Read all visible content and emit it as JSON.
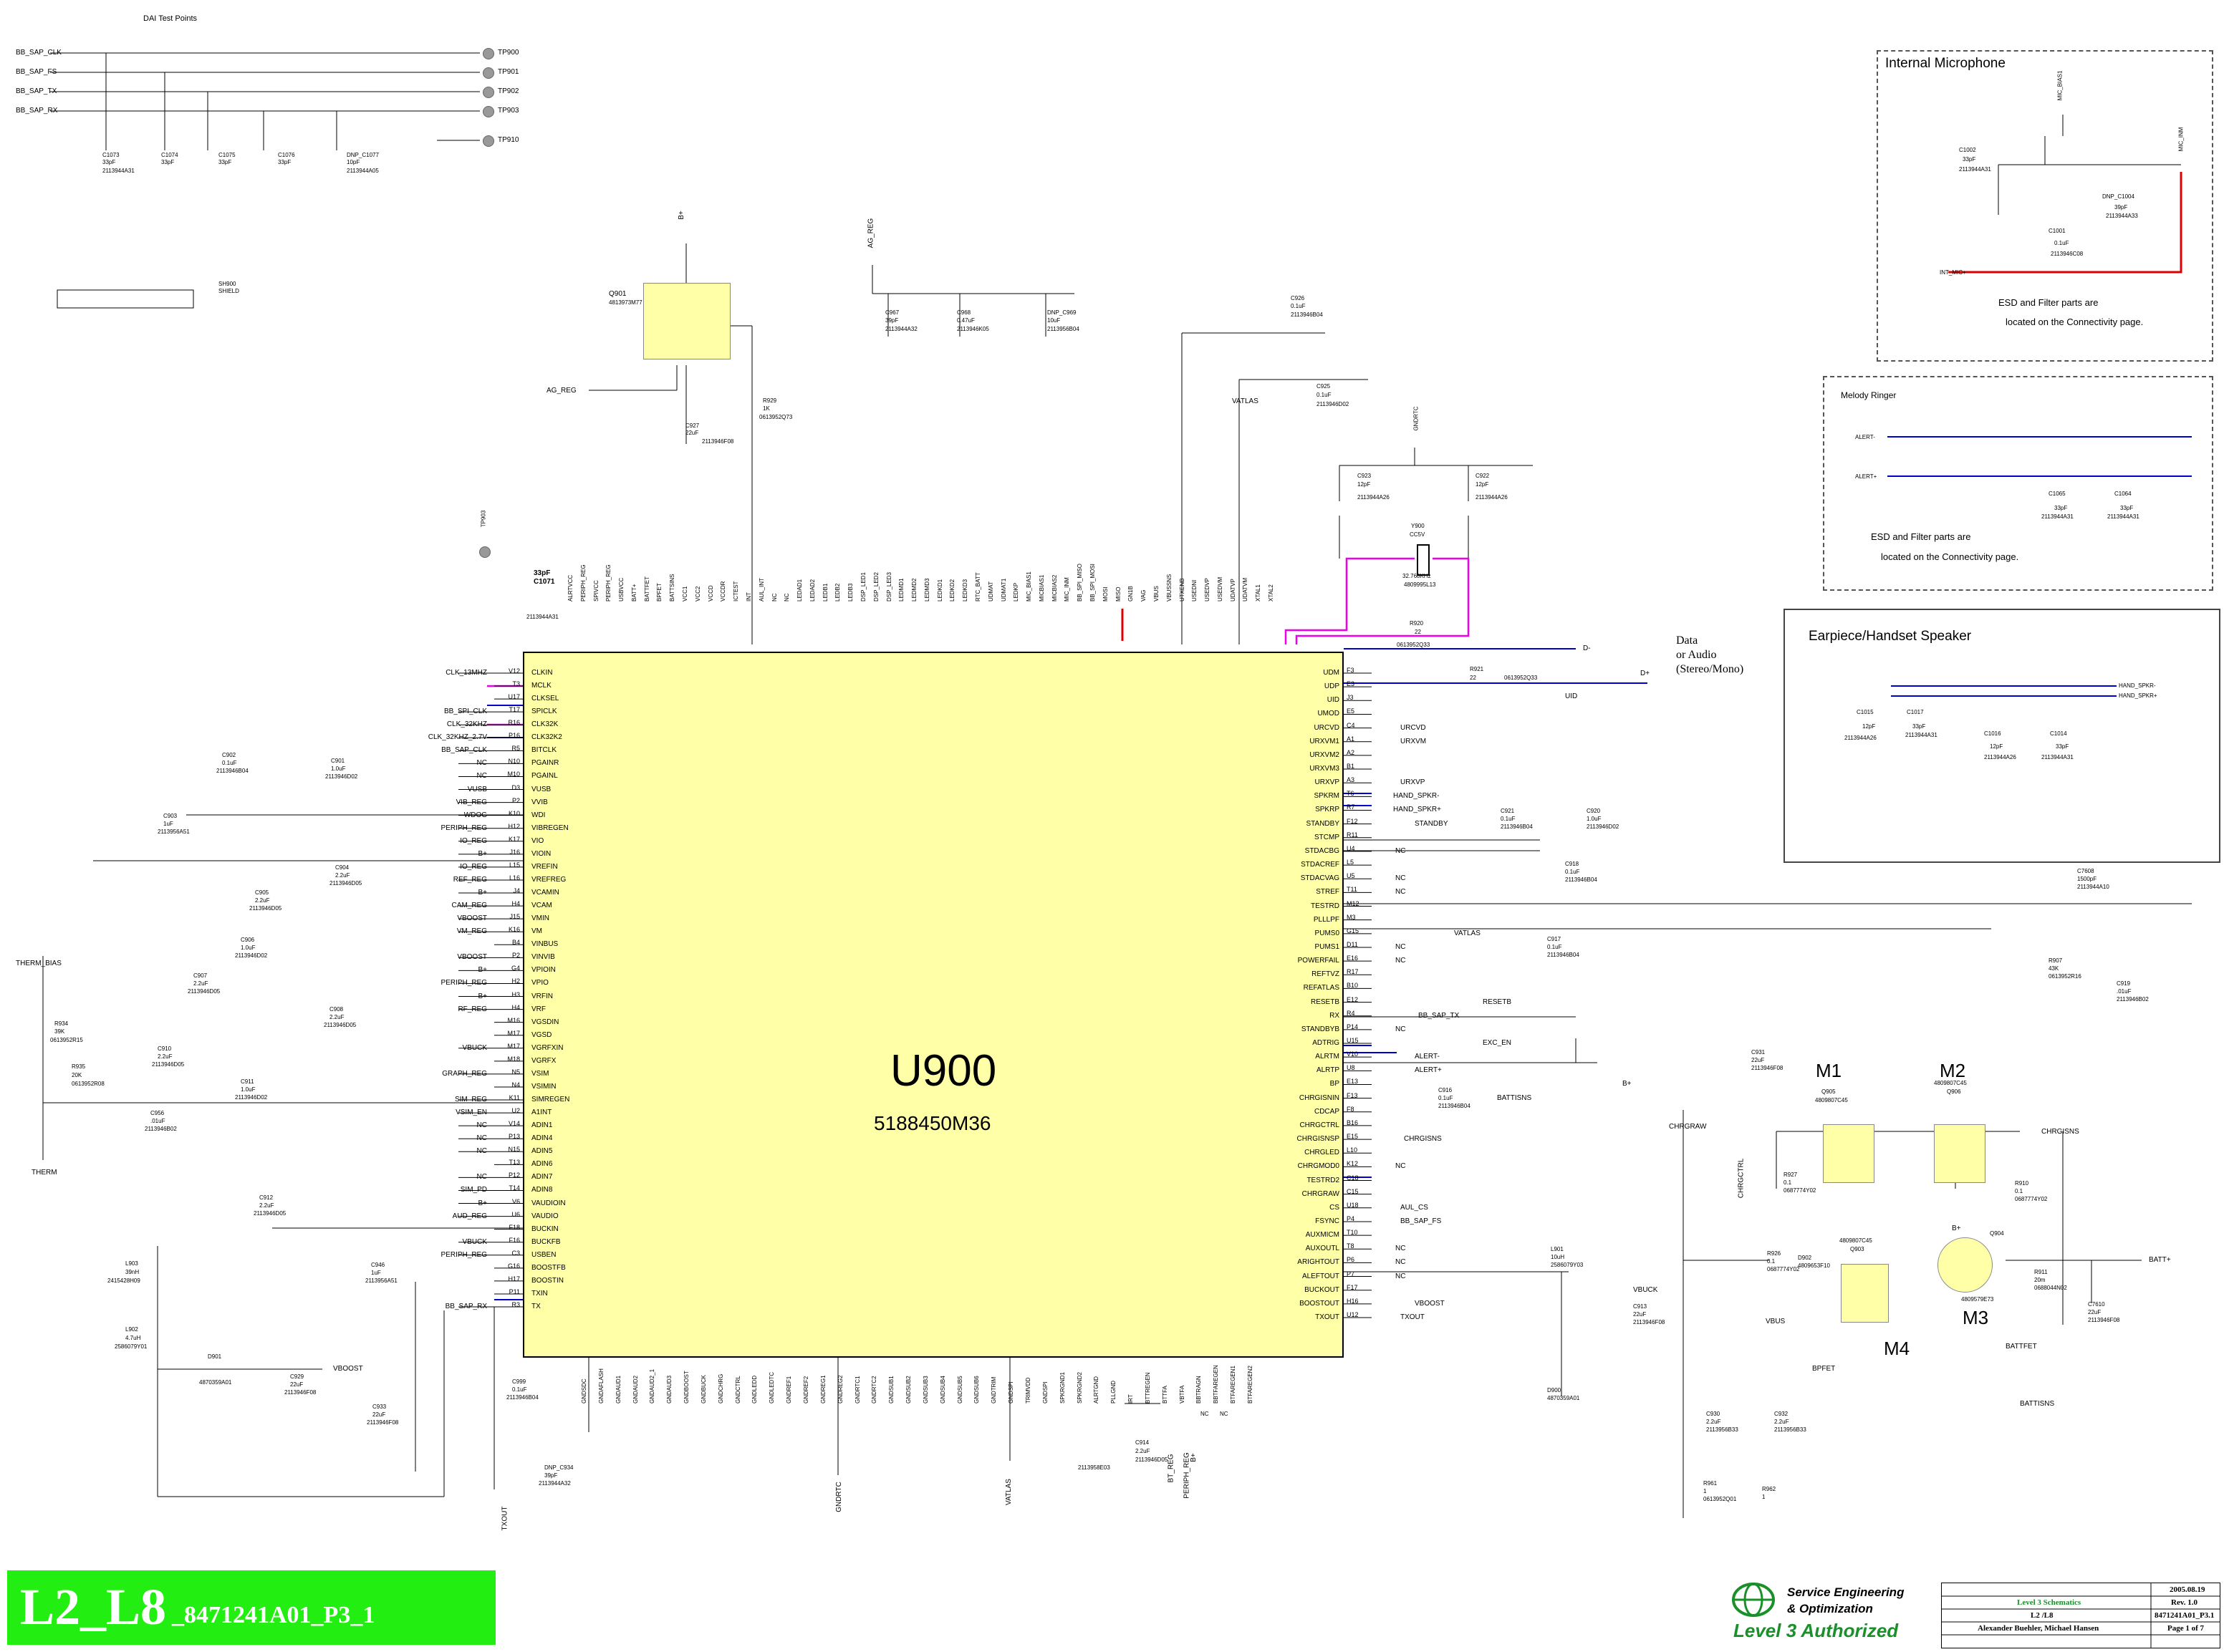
{
  "dai": {
    "title": "DAI Test Points",
    "nets": [
      "BB_SAP_CLK",
      "BB_SAP_FS",
      "BB_SAP_TX",
      "BB_SAP_RX"
    ],
    "tps": [
      "TP900",
      "TP901",
      "TP902",
      "TP903",
      "TP910"
    ],
    "caps": [
      {
        "ref": "C1073",
        "val": "33pF",
        "pn": "2113944A31"
      },
      {
        "ref": "C1074",
        "val": "33pF",
        "pn": ""
      },
      {
        "ref": "C1075",
        "val": "33pF",
        "pn": ""
      },
      {
        "ref": "C1076",
        "val": "33pF",
        "pn": ""
      },
      {
        "ref": "DNP_C1077",
        "val": "10pF",
        "pn": "2113944A05"
      }
    ]
  },
  "shield": {
    "ref": "SH900",
    "label": "SHIELD"
  },
  "q901": {
    "ref": "Q901",
    "pn": "4813973M77",
    "net_top": "B+",
    "net_ag": "AG_REG"
  },
  "c927": {
    "ref": "C927",
    "val": "22uF",
    "pn": "2113946F08"
  },
  "r929": {
    "ref": "R929",
    "val": "1K",
    "pn": "0613952Q73"
  },
  "ag_reg": "AG_REG",
  "c967": {
    "ref": "C967",
    "val": "39pF",
    "pn": "2113944A32"
  },
  "c968": {
    "ref": "C968",
    "val": "0.47uF",
    "pn": "2113946K05"
  },
  "dnp_c969": {
    "ref": "DNP_C969",
    "val": "10uF",
    "pn": "2113956B04"
  },
  "c926": {
    "ref": "C926",
    "val": "0.1uF",
    "pn": "2113946B04"
  },
  "c925": {
    "ref": "C925",
    "val": "0.1uF",
    "pn": "2113946D02"
  },
  "vatlas": "VATLAS",
  "gndrtc": "GNDRTC",
  "c923": {
    "ref": "C923",
    "val": "12pF",
    "pn": "2113944A26"
  },
  "c922": {
    "ref": "C922",
    "val": "12pF",
    "pn": "2113944A26"
  },
  "y900": {
    "ref": "Y900",
    "type": "CC5V",
    "freq": "32.768KHz",
    "pn": "4809995L13"
  },
  "r920": {
    "ref": "R920",
    "val": "22",
    "pn": "0613952Q33"
  },
  "r921": {
    "ref": "R921",
    "val": "22",
    "pn": "0613952Q33"
  },
  "data_audio": [
    "Data",
    "or Audio",
    "(Stereo/Mono)"
  ],
  "tp903": "TP903",
  "c1071": {
    "ref": "C1071",
    "val": "33pF",
    "pn": "2113944A31"
  },
  "top_pins": [
    "ALRTVCC",
    "PERIPH_REG",
    "SPIVCC",
    "PERIPH_REG",
    "USBVCC",
    "BATT+",
    "BATTFET",
    "BPFET",
    "BATTSINS",
    "VCC1",
    "VCC2",
    "VCCD",
    "VCCDR",
    "ICTEST",
    "INT",
    "AUL_INT",
    "NC",
    "NC",
    "LEDAD1",
    "LEDAD2",
    "LEDB1",
    "LEDB2",
    "LEDB3",
    "DSP_LED1",
    "DSP_LED2",
    "DSP_LED3",
    "LEDMD1",
    "LEDMD2",
    "LEDMD3",
    "LEDKD1",
    "LEDKD2",
    "LEDKD3",
    "RTC_BATT",
    "UDMAT",
    "UDMAT1",
    "LEDKP",
    "MIC_BIAS1",
    "MICBIAS1",
    "MICBIAS2",
    "MIC_INM",
    "BB_SPI_MISO",
    "BB_SPI_MOSI",
    "MOSI",
    "MISO",
    "GN1B",
    "VAG",
    "VBUS",
    "VBUSSNS",
    "UTXENB",
    "USEDNI",
    "USEDVP",
    "USEDVM",
    "UDATVP",
    "UDATVM",
    "XTAL1",
    "XTAL2"
  ],
  "chip": {
    "ref": "U900",
    "part": "5188450M36"
  },
  "left_nets": [
    {
      "net": "CLK_13MHZ",
      "pin": "V12",
      "name": "CLKIN"
    },
    {
      "net": "",
      "pin": "T3",
      "name": "MCLK"
    },
    {
      "net": "",
      "pin": "U17",
      "name": "CLKSEL"
    },
    {
      "net": "BB_SPI_CLK",
      "pin": "T17",
      "name": "SPICLK"
    },
    {
      "net": "CLK_32KHZ",
      "pin": "R16",
      "name": "CLK32K"
    },
    {
      "net": "CLK_32KHZ_2.7V",
      "pin": "P16",
      "name": "CLK32K2"
    },
    {
      "net": "BB_SAP_CLK",
      "pin": "R5",
      "name": "BITCLK"
    },
    {
      "net": "NC",
      "pin": "N10",
      "name": "PGAINR"
    },
    {
      "net": "NC",
      "pin": "M10",
      "name": "PGAINL"
    },
    {
      "net": "VUSB",
      "pin": "D3",
      "name": "VUSB"
    },
    {
      "net": "VIB_REG",
      "pin": "P2",
      "name": "VVIB"
    },
    {
      "net": "WDOG",
      "pin": "K10",
      "name": "WDI"
    },
    {
      "net": "PERIPH_REG",
      "pin": "H12",
      "name": "VIBREGEN"
    },
    {
      "net": "IO_REG",
      "pin": "K17",
      "name": "VIO"
    },
    {
      "net": "B+",
      "pin": "J16",
      "name": "VIOIN"
    },
    {
      "net": "IO_REG",
      "pin": "L15",
      "name": "VREFIN"
    },
    {
      "net": "REF_REG",
      "pin": "L16",
      "name": "VREFREG"
    },
    {
      "net": "B+",
      "pin": "J4",
      "name": "VCAMIN"
    },
    {
      "net": "CAM_REG",
      "pin": "H4",
      "name": "VCAM"
    },
    {
      "net": "VBOOST",
      "pin": "J15",
      "name": "VMIN"
    },
    {
      "net": "VM_REG",
      "pin": "K16",
      "name": "VM"
    },
    {
      "net": "",
      "pin": "B4",
      "name": "VINBUS"
    },
    {
      "net": "VBOOST",
      "pin": "P2",
      "name": "VINVIB"
    },
    {
      "net": "B+",
      "pin": "G4",
      "name": "VPIOIN"
    },
    {
      "net": "PERIPH_REG",
      "pin": "H2",
      "name": "VPIO"
    },
    {
      "net": "B+",
      "pin": "H3",
      "name": "VRFIN"
    },
    {
      "net": "RF_REG",
      "pin": "H4",
      "name": "VRF"
    },
    {
      "net": "",
      "pin": "M16",
      "name": "VGSDIN"
    },
    {
      "net": "",
      "pin": "M17",
      "name": "VGSD"
    },
    {
      "net": "VBUCK",
      "pin": "M17",
      "name": "VGRFXIN"
    },
    {
      "net": "",
      "pin": "M18",
      "name": "VGRFX"
    },
    {
      "net": "GRAPH_REG",
      "pin": "N5",
      "name": "VSIM"
    },
    {
      "net": "",
      "pin": "N4",
      "name": "VSIMIN"
    },
    {
      "net": "SIM_REG",
      "pin": "K11",
      "name": "SIMREGEN"
    },
    {
      "net": "VSIM_EN",
      "pin": "U2",
      "name": "A1INT"
    },
    {
      "net": "NC",
      "pin": "V14",
      "name": "ADIN1"
    },
    {
      "net": "NC",
      "pin": "P13",
      "name": "ADIN4"
    },
    {
      "net": "NC",
      "pin": "N15",
      "name": "ADIN5"
    },
    {
      "net": "",
      "pin": "T13",
      "name": "ADIN6"
    },
    {
      "net": "NC",
      "pin": "P12",
      "name": "ADIN7"
    },
    {
      "net": "SIM_PD",
      "pin": "T14",
      "name": "ADIN8"
    },
    {
      "net": "B+",
      "pin": "V6",
      "name": "VAUDIOIN"
    },
    {
      "net": "AUD_REG",
      "pin": "U6",
      "name": "VAUDIO"
    },
    {
      "net": "",
      "pin": "F18",
      "name": "BUCKIN"
    },
    {
      "net": "VBUCK",
      "pin": "F16",
      "name": "BUCKFB"
    },
    {
      "net": "PERIPH_REG",
      "pin": "C3",
      "name": "USBEN"
    },
    {
      "net": "",
      "pin": "G16",
      "name": "BOOSTFB"
    },
    {
      "net": "",
      "pin": "H17",
      "name": "BOOSTIN"
    },
    {
      "net": "",
      "pin": "P11",
      "name": "TXIN"
    },
    {
      "net": "BB_SAP_RX",
      "pin": "R3",
      "name": "TX"
    }
  ],
  "left_parts": [
    {
      "ref": "C902",
      "val": "0.1uF",
      "pn": "2113946B04"
    },
    {
      "ref": "C901",
      "val": "1.0uF",
      "pn": "2113946D02"
    },
    {
      "ref": "C903",
      "val": "1uF",
      "pn": "2113956A51"
    },
    {
      "ref": "C904",
      "val": "2.2uF",
      "pn": "2113946D05"
    },
    {
      "ref": "C905",
      "val": "2.2uF",
      "pn": "2113946D05"
    },
    {
      "ref": "C906",
      "val": "1.0uF",
      "pn": "2113946D02"
    },
    {
      "ref": "C907",
      "val": "2.2uF",
      "pn": "2113946D05"
    },
    {
      "ref": "C908",
      "val": "2.2uF",
      "pn": "2113946D05"
    },
    {
      "ref": "C910",
      "val": "2.2uF",
      "pn": "2113946D05"
    },
    {
      "ref": "C911",
      "val": "1.0uF",
      "pn": "2113946D02"
    },
    {
      "ref": "C956",
      "val": ".01uF",
      "pn": "2113946B02"
    },
    {
      "ref": "C912",
      "val": "2.2uF",
      "pn": "2113946D05"
    },
    {
      "ref": "C946",
      "val": "1uF",
      "pn": "2113956A51"
    },
    {
      "ref": "C929",
      "val": "22uF",
      "pn": "2113946F08"
    },
    {
      "ref": "C933",
      "val": "22uF",
      "pn": "2113946F08"
    },
    {
      "ref": "C999",
      "val": "0.1uF",
      "pn": "2113946B04"
    },
    {
      "ref": "DNP_C934",
      "val": "39pF",
      "pn": "2113944A32"
    }
  ],
  "therm": {
    "bias": "THERM_BIAS",
    "r934": {
      "ref": "R934",
      "val": "39K",
      "pn": "0613952R15"
    },
    "r935": {
      "ref": "R935",
      "val": "20K",
      "pn": "0613952R08"
    },
    "therm": "THERM"
  },
  "l903": {
    "ref": "L903",
    "val": "39nH",
    "pn": "2415428H09"
  },
  "l902": {
    "ref": "L902",
    "val": "4.7uH",
    "pn": "2586079Y01"
  },
  "d901": {
    "ref": "D901",
    "pn": "4870359A01"
  },
  "vboost": "VBOOST",
  "txout": "TXOUT",
  "bottom_pins": [
    "GNDSDC",
    "GNDAFLASH",
    "GNDAUD1",
    "GNDAUD2",
    "GNDAUD2_1",
    "GNDAUD3",
    "GNDBOOST",
    "GNDBUCK",
    "GNDCHRG",
    "GNDCTRL",
    "GNDLEDD",
    "GNDLEDTC",
    "GNDREF1",
    "GNDREF2",
    "GNDREG1",
    "GNDREG2",
    "GNDRTC1",
    "GNDRTC2",
    "GNDSUB1",
    "GNDSUB2",
    "GNDSUB3",
    "GNDSUB4",
    "GNDSUB5",
    "GNDSUB6",
    "GNDTRIM",
    "GNDSPI",
    "TRIMVDD",
    "GNDSPI",
    "SPKRGND1",
    "SPKRGND2",
    "ALRTGND",
    "PLLGND",
    "IRT",
    "BTTREGEN",
    "BTTFA",
    "VBTFA",
    "BBTRAGN",
    "BBTFAREGEN",
    "BTFAREGEN1",
    "BTFAREGEN2"
  ],
  "bottom_nets": {
    "gndrtc": "GNDRTC",
    "vatlas": "VATLAS",
    "c914": {
      "ref": "C914",
      "val": "2.2uF",
      "pn": "2113946D05"
    },
    "c_2113958E03": "2113958E03",
    "bt_reg": "BT_REG",
    "periph_reg": "PERIPH_REG",
    "bplus": "B+",
    "nc": "NC"
  },
  "right_pins": [
    {
      "name": "UDM",
      "pin": "F3"
    },
    {
      "name": "UDP",
      "pin": "E3"
    },
    {
      "name": "UID",
      "pin": "J3"
    },
    {
      "name": "UMOD",
      "pin": "E5"
    },
    {
      "name": "URCVD",
      "pin": "C4"
    },
    {
      "name": "URXVM1",
      "pin": "A1"
    },
    {
      "name": "URXVM2",
      "pin": "A2"
    },
    {
      "name": "URXVM3",
      "pin": "B1"
    },
    {
      "name": "URXVP",
      "pin": "A3"
    },
    {
      "name": "SPKRM",
      "pin": "T6"
    },
    {
      "name": "SPKRP",
      "pin": "R7"
    },
    {
      "name": "STANDBY",
      "pin": "F12"
    },
    {
      "name": "STCMP",
      "pin": "R11"
    },
    {
      "name": "STDACBG",
      "pin": "U4"
    },
    {
      "name": "STDACREF",
      "pin": "L5"
    },
    {
      "name": "STDACVAG",
      "pin": "U5"
    },
    {
      "name": "STREF",
      "pin": "T11"
    },
    {
      "name": "TESTRD",
      "pin": "M12"
    },
    {
      "name": "PLLLPF",
      "pin": "M3"
    },
    {
      "name": "PUMS0",
      "pin": "G15"
    },
    {
      "name": "PUMS1",
      "pin": "D11"
    },
    {
      "name": "POWERFAIL",
      "pin": "E16"
    },
    {
      "name": "REFTVZ",
      "pin": "R17"
    },
    {
      "name": "REFATLAS",
      "pin": "B10"
    },
    {
      "name": "RESETB",
      "pin": "E12"
    },
    {
      "name": "RX",
      "pin": "R4"
    },
    {
      "name": "STANDBYB",
      "pin": "P14"
    },
    {
      "name": "ADTRIG",
      "pin": "U15"
    },
    {
      "name": "ALRTM",
      "pin": "V10"
    },
    {
      "name": "ALRTP",
      "pin": "U8"
    },
    {
      "name": "BP",
      "pin": "E13"
    },
    {
      "name": "CHRGISNIN",
      "pin": "F13"
    },
    {
      "name": "CDCAP",
      "pin": "F8"
    },
    {
      "name": "CHRGCTRL",
      "pin": "B16"
    },
    {
      "name": "CHRGISNSP",
      "pin": "E15"
    },
    {
      "name": "CHRGLED",
      "pin": "L10"
    },
    {
      "name": "CHRGMOD0",
      "pin": "K12"
    },
    {
      "name": "TESTRD2",
      "pin": "C18"
    },
    {
      "name": "CHRGRAW",
      "pin": "C15"
    },
    {
      "name": "CS",
      "pin": "U18"
    },
    {
      "name": "FSYNC",
      "pin": "P4"
    },
    {
      "name": "AUXMICM",
      "pin": "T10"
    },
    {
      "name": "AUXOUTL",
      "pin": "T8"
    },
    {
      "name": "ARIGHTOUT",
      "pin": "P6"
    },
    {
      "name": "ALEFTOUT",
      "pin": "P7"
    },
    {
      "name": "BUCKOUT",
      "pin": "F17"
    },
    {
      "name": "BOOSTOUT",
      "pin": "H16"
    },
    {
      "name": "TXOUT",
      "pin": "U12"
    }
  ],
  "right_nets": {
    "dminus": "D-",
    "dplus": "D+",
    "uid": "UID",
    "urcvd": "URCVD",
    "urxvm": "URXVM",
    "urxvp": "URXVP",
    "hand_spkr_m": "HAND_SPKR-",
    "hand_spkr_p": "HAND_SPKR+",
    "standby": "STANDBY",
    "nc": "NC",
    "vatlas": "VATLAS",
    "resetb": "RESETB",
    "bb_sap_tx": "BB_SAP_TX",
    "exc_en": "EXC_EN",
    "alert_m": "ALERT-",
    "alert_p": "ALERT+",
    "bplus": "B+",
    "battsns": "BATTISNS",
    "chrgsns": "CHRGISNS",
    "aul_cs": "AUL_CS",
    "bb_sap_fs": "BB_SAP_FS",
    "vbuck": "VBUCK",
    "vboost": "VBOOST",
    "txout": "TXOUT"
  },
  "right_parts": [
    {
      "ref": "C921",
      "val": "0.1uF",
      "pn": "2113946B04"
    },
    {
      "ref": "C920",
      "val": "1.0uF",
      "pn": "2113946D02"
    },
    {
      "ref": "C918",
      "val": "0.1uF",
      "pn": "2113946B04"
    },
    {
      "ref": "C7608",
      "val": "1500pF",
      "pn": "2113944A10"
    },
    {
      "ref": "R907",
      "val": "43K",
      "pn": "0613952R16"
    },
    {
      "ref": "C919",
      "val": ".01uF",
      "pn": "2113946B02"
    },
    {
      "ref": "C917",
      "val": "0.1uF",
      "pn": "2113946B04"
    },
    {
      "ref": "C916",
      "val": "0.1uF",
      "pn": "2113946B04"
    },
    {
      "ref": "C931",
      "val": "22uF",
      "pn": "2113946F08"
    },
    {
      "ref": "R927",
      "val": "0.1",
      "pn": "0687774Y02"
    },
    {
      "ref": "R910",
      "val": "0.1",
      "pn": "0687774Y02"
    },
    {
      "ref": "R926",
      "val": "0.1",
      "pn": "0687774Y02"
    },
    {
      "ref": "R911",
      "val": "20m",
      "pn": "0688044N02"
    },
    {
      "ref": "C7610",
      "val": "22uF",
      "pn": "2113946F08"
    },
    {
      "ref": "L901",
      "val": "10uH",
      "pn": "2586079Y03"
    },
    {
      "ref": "C913",
      "val": "22uF",
      "pn": "2113946F08"
    },
    {
      "ref": "D900",
      "pn": "4870359A01"
    },
    {
      "ref": "C930",
      "val": "2.2uF",
      "pn": "2113956B33"
    },
    {
      "ref": "C932",
      "val": "2.2uF",
      "pn": "2113956B33"
    },
    {
      "ref": "R961",
      "val": "1",
      "pn": "0613952Q01"
    },
    {
      "ref": "R962",
      "val": "1",
      "pn": ""
    },
    {
      "ref": "D902",
      "pn": "4809653F10"
    }
  ],
  "mosfets": {
    "m1": {
      "label": "M1",
      "ref": "Q905",
      "pn": "4809807C45"
    },
    "m2": {
      "label": "M2",
      "ref": "Q906",
      "pn": "4809807C45"
    },
    "m3": {
      "label": "M3",
      "ref": "Q904",
      "pn": "4809579E73"
    },
    "m4": {
      "label": "M4",
      "ref": "Q903",
      "pn": "4809807C45"
    },
    "chgraw": "CHRGRAW",
    "chgctrl": "CHRGCTRL",
    "battfet": "BATTFET",
    "bpfet": "BPFET",
    "vbus": "VBUS",
    "batt": "BATT+",
    "battisns": "BATTISNS",
    "bplus": "B+"
  },
  "panels": {
    "mic": {
      "title": "Internal Microphone",
      "note1": "ESD and Filter parts are",
      "note2": "located on the Connectivity page.",
      "c1002": {
        "ref": "C1002",
        "val": "33pF",
        "pn": "2113944A31"
      },
      "c1001": {
        "ref": "C1001",
        "val": "0.1uF",
        "pn": "2113946C08"
      },
      "dnp_c1004": {
        "ref": "DNP_C1004",
        "val": "39pF",
        "pn": "2113944A33"
      },
      "int_mic": "INT_MIC+",
      "mic_bias": "MIC_BIAS1",
      "mic_inm": "MIC_INM"
    },
    "ringer": {
      "title": "Melody Ringer",
      "alert_m": "ALERT-",
      "alert_p": "ALERT+",
      "note1": "ESD and Filter parts are",
      "note2": "located on the Connectivity page.",
      "c1065": {
        "ref": "C1065",
        "val": "33pF",
        "pn": "2113944A31"
      },
      "c1064": {
        "ref": "C1064",
        "val": "33pF",
        "pn": "2113944A31"
      }
    },
    "speaker": {
      "title": "Earpiece/Handset Speaker",
      "hand_m": "HAND_SPKR-",
      "hand_p": "HAND_SPKR+",
      "c1015": {
        "ref": "C1015",
        "val": "12pF",
        "pn": "2113944A26"
      },
      "c1017": {
        "ref": "C1017",
        "val": "33pF",
        "pn": "2113944A31"
      },
      "c1016": {
        "ref": "C1016",
        "val": "12pF",
        "pn": "2113944A26"
      },
      "c1014": {
        "ref": "C1014",
        "val": "33pF",
        "pn": "2113944A31"
      }
    }
  },
  "banner": {
    "big": "L2_L8",
    "rest": "_8471241A01_P3_1"
  },
  "logo": {
    "line1": "Service Engineering",
    "line2": "& Optimization",
    "line3": "Level 3 Authorized"
  },
  "titleblock": {
    "date": "2005.08.19",
    "title": "Level 3 Schematics",
    "rev": "Rev. 1.0",
    "page_label": "L2 /L8",
    "doc": "8471241A01_P3.1",
    "authors": "Alexander Buehler, Michael Hansen",
    "page": "Page 1 of 7"
  },
  "colors": {
    "chip": "#ffffa8",
    "magenta": "#ee00ee",
    "blue": "#0000cc",
    "red": "#dd0000",
    "banner": "#22ee11",
    "green": "#1a8f2a"
  }
}
